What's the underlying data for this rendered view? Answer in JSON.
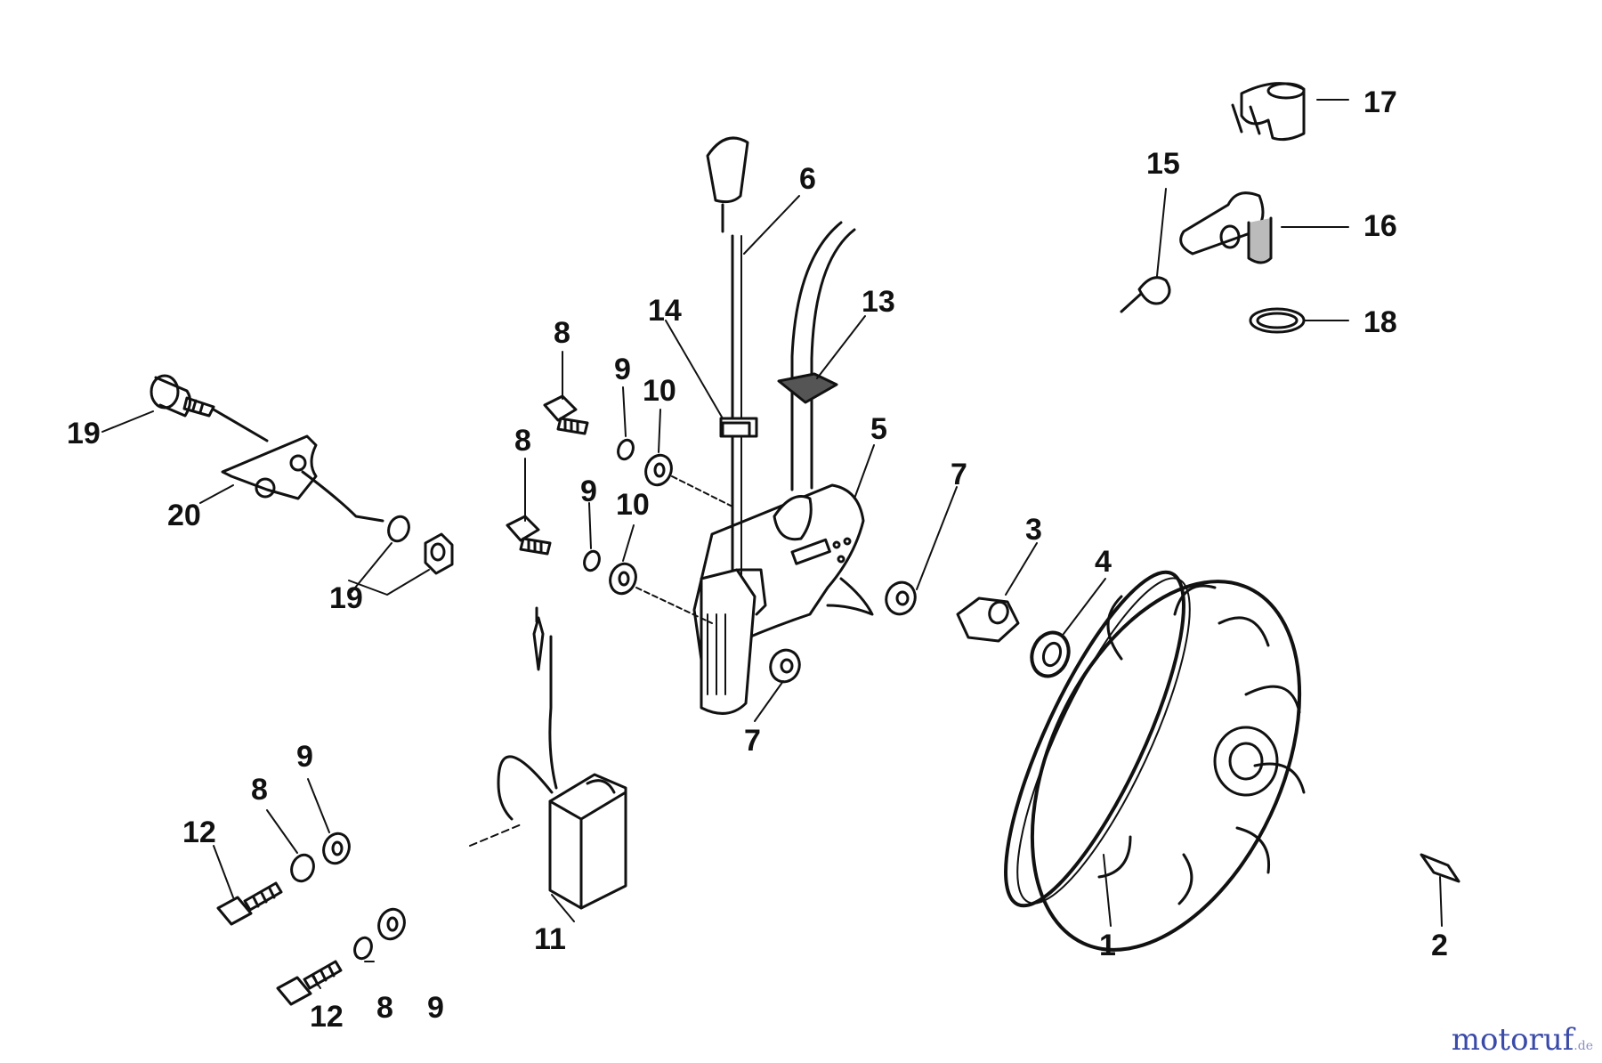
{
  "labels": {
    "l1": "1",
    "l2": "2",
    "l3": "3",
    "l4": "4",
    "l5": "5",
    "l6": "6",
    "l7a": "7",
    "l7b": "7",
    "l8a": "8",
    "l8b": "8",
    "l8c": "8",
    "l8d": "8",
    "l9a": "9",
    "l9b": "9",
    "l9c": "9",
    "l9d": "9",
    "l10a": "10",
    "l10b": "10",
    "l11": "11",
    "l12a": "12",
    "l12b": "12",
    "l13": "13",
    "l14": "14",
    "l15": "15",
    "l16": "16",
    "l17": "17",
    "l18": "18",
    "l19a": "19",
    "l19b": "19",
    "l20": "20"
  },
  "watermark": {
    "main": "motoruf",
    "suffix": ".de"
  }
}
